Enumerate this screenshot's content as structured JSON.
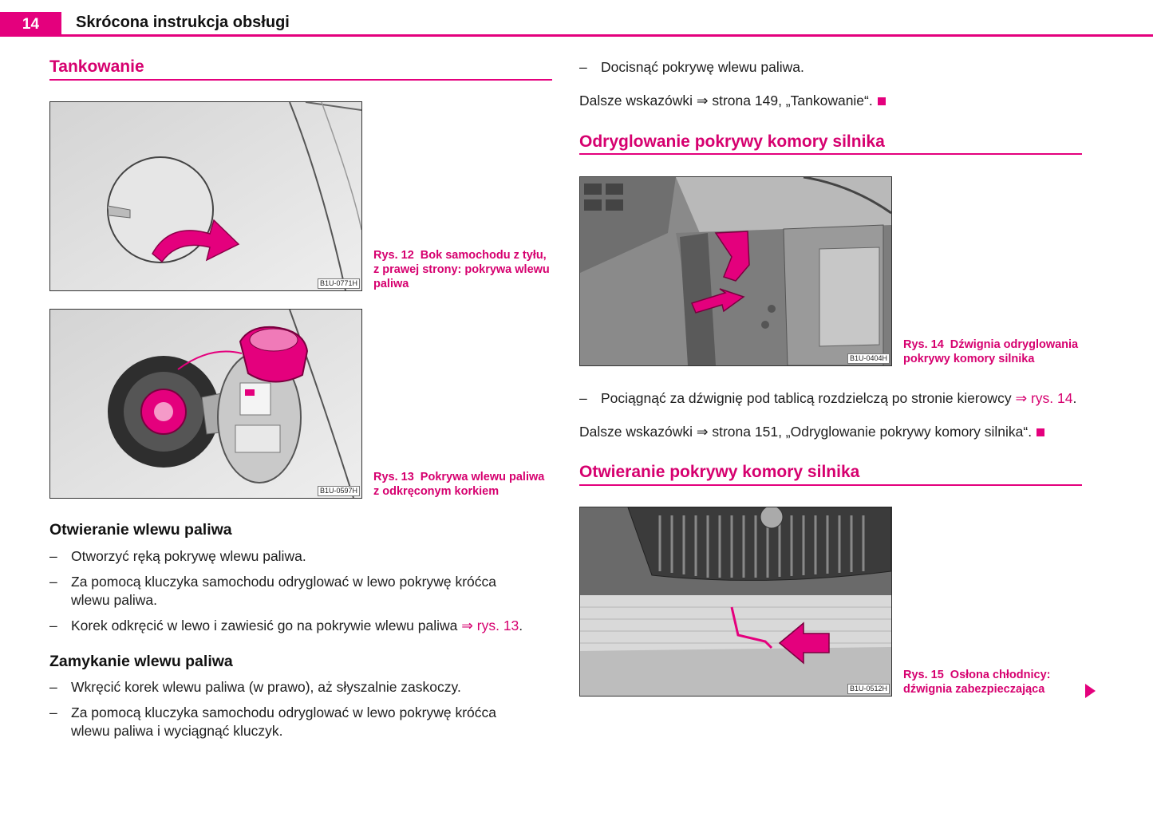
{
  "header": {
    "page_number": "14",
    "title": "Skrócona instrukcja obsługi"
  },
  "left": {
    "section_title": "Tankowanie",
    "figures": [
      {
        "code": "B1U-0771H",
        "caption_num": "Rys. 12",
        "caption": "Bok samochodu z tyłu, z prawej strony: pokrywa wlewu paliwa"
      },
      {
        "code": "B1U-0597H",
        "caption_num": "Rys. 13",
        "caption": "Pokrywa wlewu paliwa z odkręconym korkiem"
      }
    ],
    "open_title": "Otwieranie wlewu paliwa",
    "open_steps": [
      {
        "dash": "–",
        "text": "Otworzyć ręką pokrywę wlewu paliwa."
      },
      {
        "dash": "–",
        "text": "Za pomocą kluczyka samochodu odryglować w lewo pokrywę króćca wlewu paliwa."
      },
      {
        "dash": "–",
        "text": "Korek odkręcić w lewo i zawiesić go na pokrywie wlewu paliwa",
        "ref": "⇒ rys. 13",
        "end": "."
      }
    ],
    "close_title": "Zamykanie wlewu paliwa",
    "close_steps": [
      {
        "dash": "–",
        "text": "Wkręcić korek wlewu paliwa (w prawo), aż słyszalnie zaskoczy."
      },
      {
        "dash": "–",
        "text": "Za pomocą kluczyka samochodu odryglować w lewo pokrywę króćca wlewu paliwa i wyciągnąć kluczyk."
      }
    ]
  },
  "right": {
    "top_step": {
      "dash": "–",
      "text": "Docisnąć pokrywę wlewu paliwa."
    },
    "note1": {
      "text": "Dalsze wskazówki ⇒ strona 149, „Tankowanie“."
    },
    "section2_title": "Odryglowanie pokrywy komory silnika",
    "figure14": {
      "code": "B1U-0404H",
      "caption_num": "Rys. 14",
      "caption": "Dźwignia odryglowania pokrywy komory silnika"
    },
    "step2": {
      "dash": "–",
      "text": "Pociągnąć za dźwignię pod tablicą rozdzielczą po stronie kierowcy",
      "ref": "⇒ rys. 14",
      "end": "."
    },
    "note2": {
      "text": "Dalsze wskazówki ⇒ strona 151, „Odryglowanie pokrywy komory silnika“."
    },
    "section3_title": "Otwieranie pokrywy komory silnika",
    "figure15": {
      "code": "B1U-0512H",
      "caption_num": "Rys. 15",
      "caption": "Osłona chłodnicy: dźwignia zabezpieczająca"
    }
  },
  "colors": {
    "accent": "#e4007d",
    "text": "#1e1e1e"
  },
  "icons": {
    "end_marker": "square-marker-icon",
    "continue": "next-page-arrow-icon"
  }
}
